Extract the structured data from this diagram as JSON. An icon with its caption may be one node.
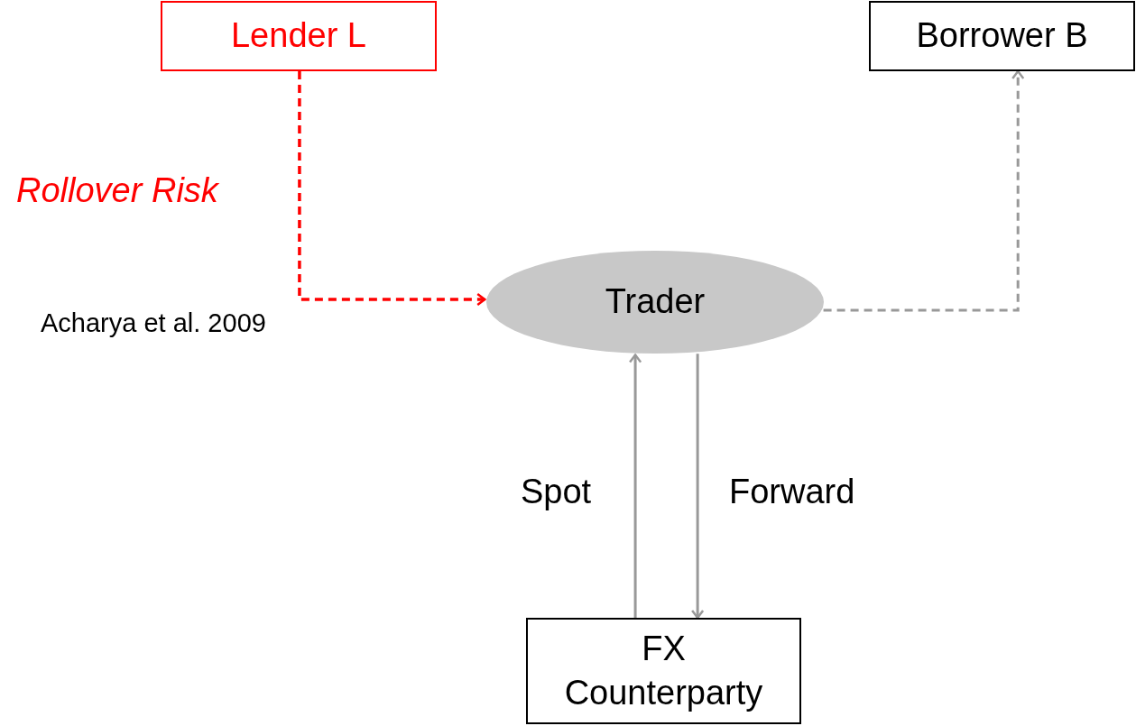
{
  "diagram": {
    "nodes": [
      {
        "text": [
          "Lender L"
        ]
      },
      {
        "text": [
          "Borrower B"
        ]
      },
      {
        "text": [
          "Trader"
        ]
      },
      {
        "text": [
          "FX Counterparty"
        ]
      }
    ],
    "edges": [
      {
        "from": 0,
        "to": 2,
        "arrow": "to",
        "label": "Rollover Risk",
        "style": "dashed",
        "color": "#ff0000"
      },
      {
        "from": 2,
        "to": 1,
        "arrow": "to",
        "style": "dashed"
      },
      {
        "from": 3,
        "to": 2,
        "arrow": "to",
        "label": "Spot"
      },
      {
        "from": 2,
        "to": 3,
        "arrow": "to",
        "label": "Forward"
      }
    ],
    "labels": [
      "Acharya et al. 2009"
    ]
  }
}
